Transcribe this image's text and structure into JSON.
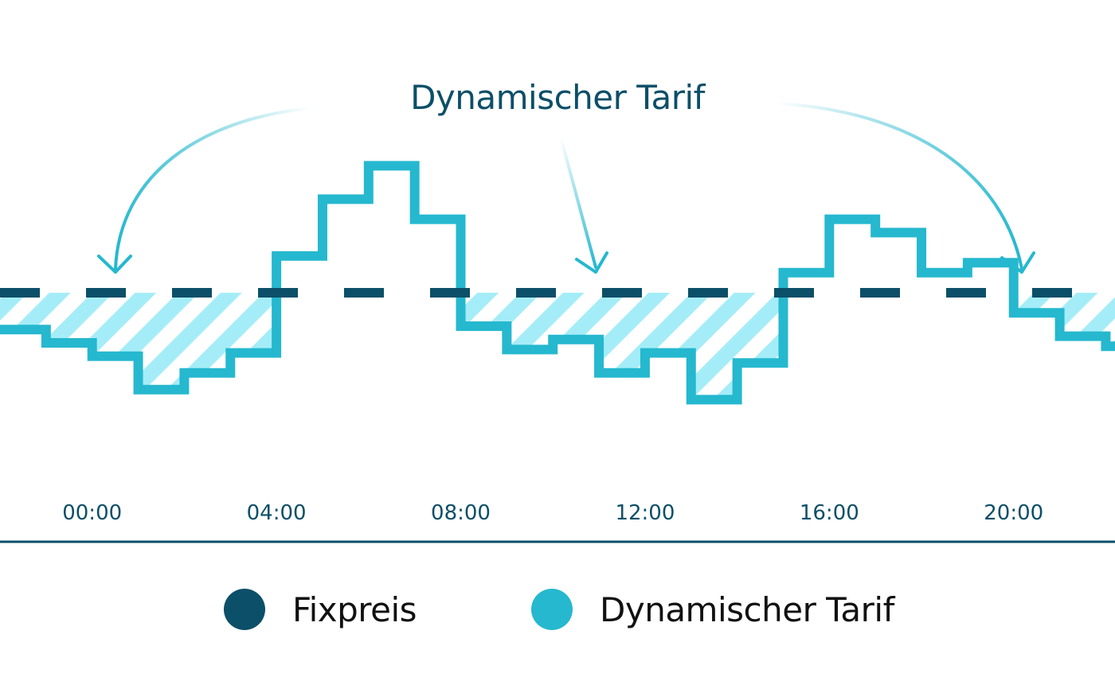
{
  "chart_data": {
    "type": "line",
    "step": true,
    "title": "Dynamischer Tarif",
    "x_tick_labels": [
      "00:00",
      "04:00",
      "08:00",
      "12:00",
      "16:00",
      "20:00"
    ],
    "x_tick_hours": [
      0,
      4,
      8,
      12,
      16,
      20
    ],
    "xlim": [
      -2,
      22.2
    ],
    "ylim": [
      0,
      10
    ],
    "hatched_area": "below fixed price",
    "series": [
      {
        "name": "Fixpreis",
        "color": "#0c4f68",
        "style": "dashed",
        "value": 6.0
      },
      {
        "name": "Dynamischer Tarif",
        "color": "#25b8cf",
        "style": "solid-step",
        "steps": [
          {
            "start": -2.0,
            "value": 4.9
          },
          {
            "start": -1.0,
            "value": 4.5
          },
          {
            "start": 0.0,
            "value": 4.1
          },
          {
            "start": 1.0,
            "value": 3.1
          },
          {
            "start": 2.0,
            "value": 3.6
          },
          {
            "start": 3.0,
            "value": 4.2
          },
          {
            "start": 4.0,
            "value": 7.1
          },
          {
            "start": 5.0,
            "value": 8.8
          },
          {
            "start": 6.0,
            "value": 9.8
          },
          {
            "start": 7.0,
            "value": 8.2
          },
          {
            "start": 8.0,
            "value": 5.0
          },
          {
            "start": 9.0,
            "value": 4.3
          },
          {
            "start": 10.0,
            "value": 4.6
          },
          {
            "start": 11.0,
            "value": 3.6
          },
          {
            "start": 12.0,
            "value": 4.2
          },
          {
            "start": 13.0,
            "value": 2.8
          },
          {
            "start": 14.0,
            "value": 3.9
          },
          {
            "start": 15.0,
            "value": 6.6
          },
          {
            "start": 16.0,
            "value": 8.2
          },
          {
            "start": 17.0,
            "value": 7.8
          },
          {
            "start": 18.0,
            "value": 6.6
          },
          {
            "start": 19.0,
            "value": 6.9
          },
          {
            "start": 20.0,
            "value": 5.4
          },
          {
            "start": 21.0,
            "value": 4.7
          },
          {
            "start": 22.0,
            "value": 4.4
          }
        ]
      }
    ],
    "legend": {
      "position": "bottom-center"
    }
  },
  "colors": {
    "fixed": "#0c4f68",
    "dynamic": "#25b8cf",
    "hatch": "#a4edf8",
    "axis": "#0c4f68"
  }
}
